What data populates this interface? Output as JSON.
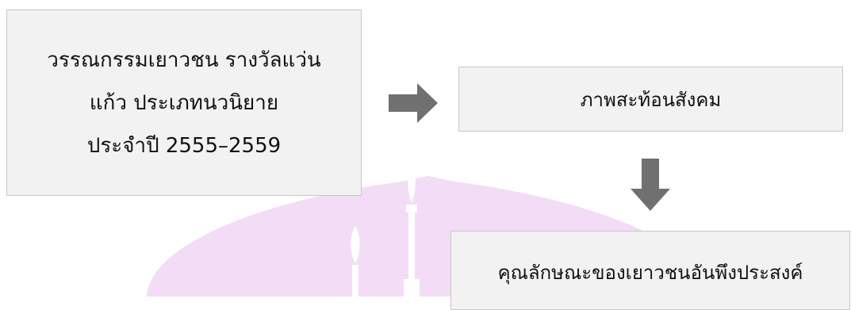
{
  "diagram": {
    "source_box": {
      "lines": [
        "วรรณกรรมเยาวชน รางวัลแว่น",
        "แก้ว ประเภทนวนิยาย",
        "ประจำปี 2555–2559"
      ]
    },
    "reflection_box": {
      "label": "ภาพสะท้อนสังคม"
    },
    "traits_box": {
      "label": "คุณลักษณะของเยาวชนอันพึงประสงค์"
    },
    "edges": [
      {
        "from": "source_box",
        "to": "reflection_box",
        "direction": "right"
      },
      {
        "from": "reflection_box",
        "to": "traits_box",
        "direction": "down"
      }
    ]
  },
  "colors": {
    "box_fill": "#f2f2f2",
    "box_border": "#c8c8c8",
    "arrow": "#707070",
    "watermark": "#f3dcf6"
  },
  "icons": {
    "edge_right": "arrow-right-icon",
    "edge_down": "arrow-down-icon",
    "watermark": "temple-silhouette-watermark"
  }
}
